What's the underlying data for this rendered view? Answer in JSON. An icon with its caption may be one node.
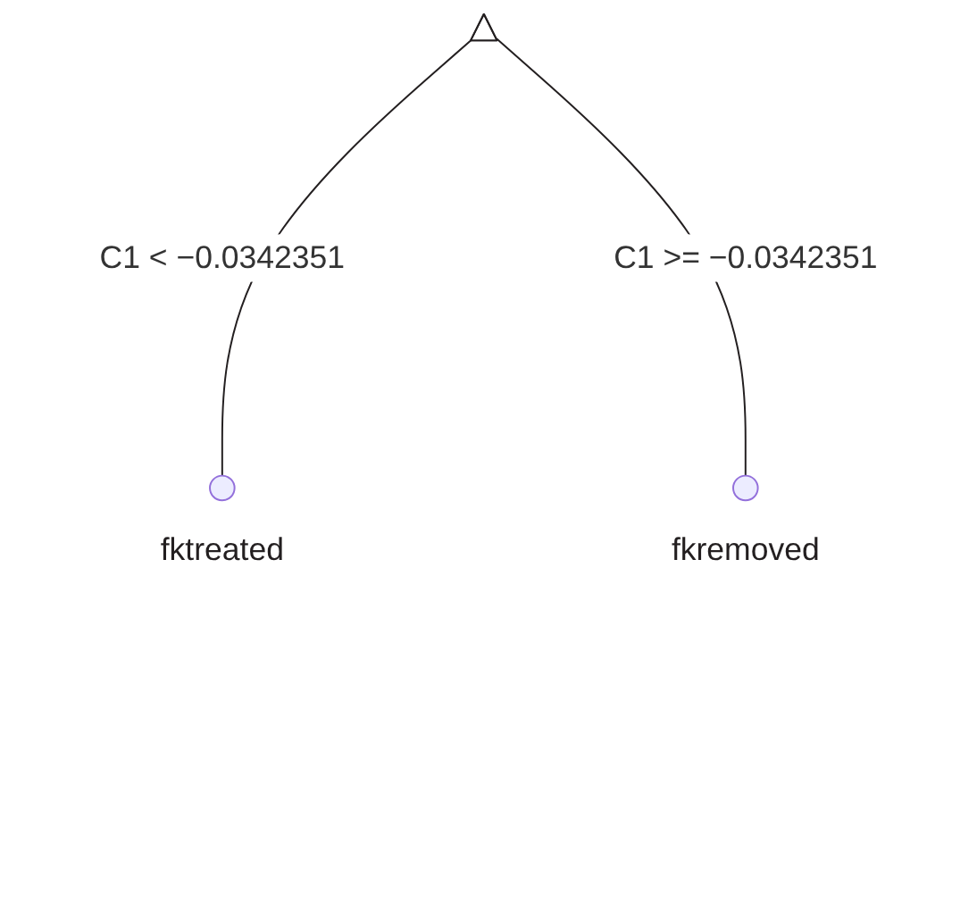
{
  "diagram": {
    "nodes": [
      {
        "text": [],
        "shape": "triangle"
      },
      {
        "text": [],
        "shape": "circle",
        "beside": [
          "fktreated"
        ]
      },
      {
        "text": [],
        "shape": "circle",
        "beside": [
          "fkremoved"
        ]
      }
    ],
    "edges": [
      {
        "from": 0,
        "to": 1,
        "arrow": "none",
        "label": "C1 < −0.0342351"
      },
      {
        "from": 0,
        "to": 2,
        "arrow": "none",
        "label": "C1 >= −0.0342351"
      }
    ]
  }
}
